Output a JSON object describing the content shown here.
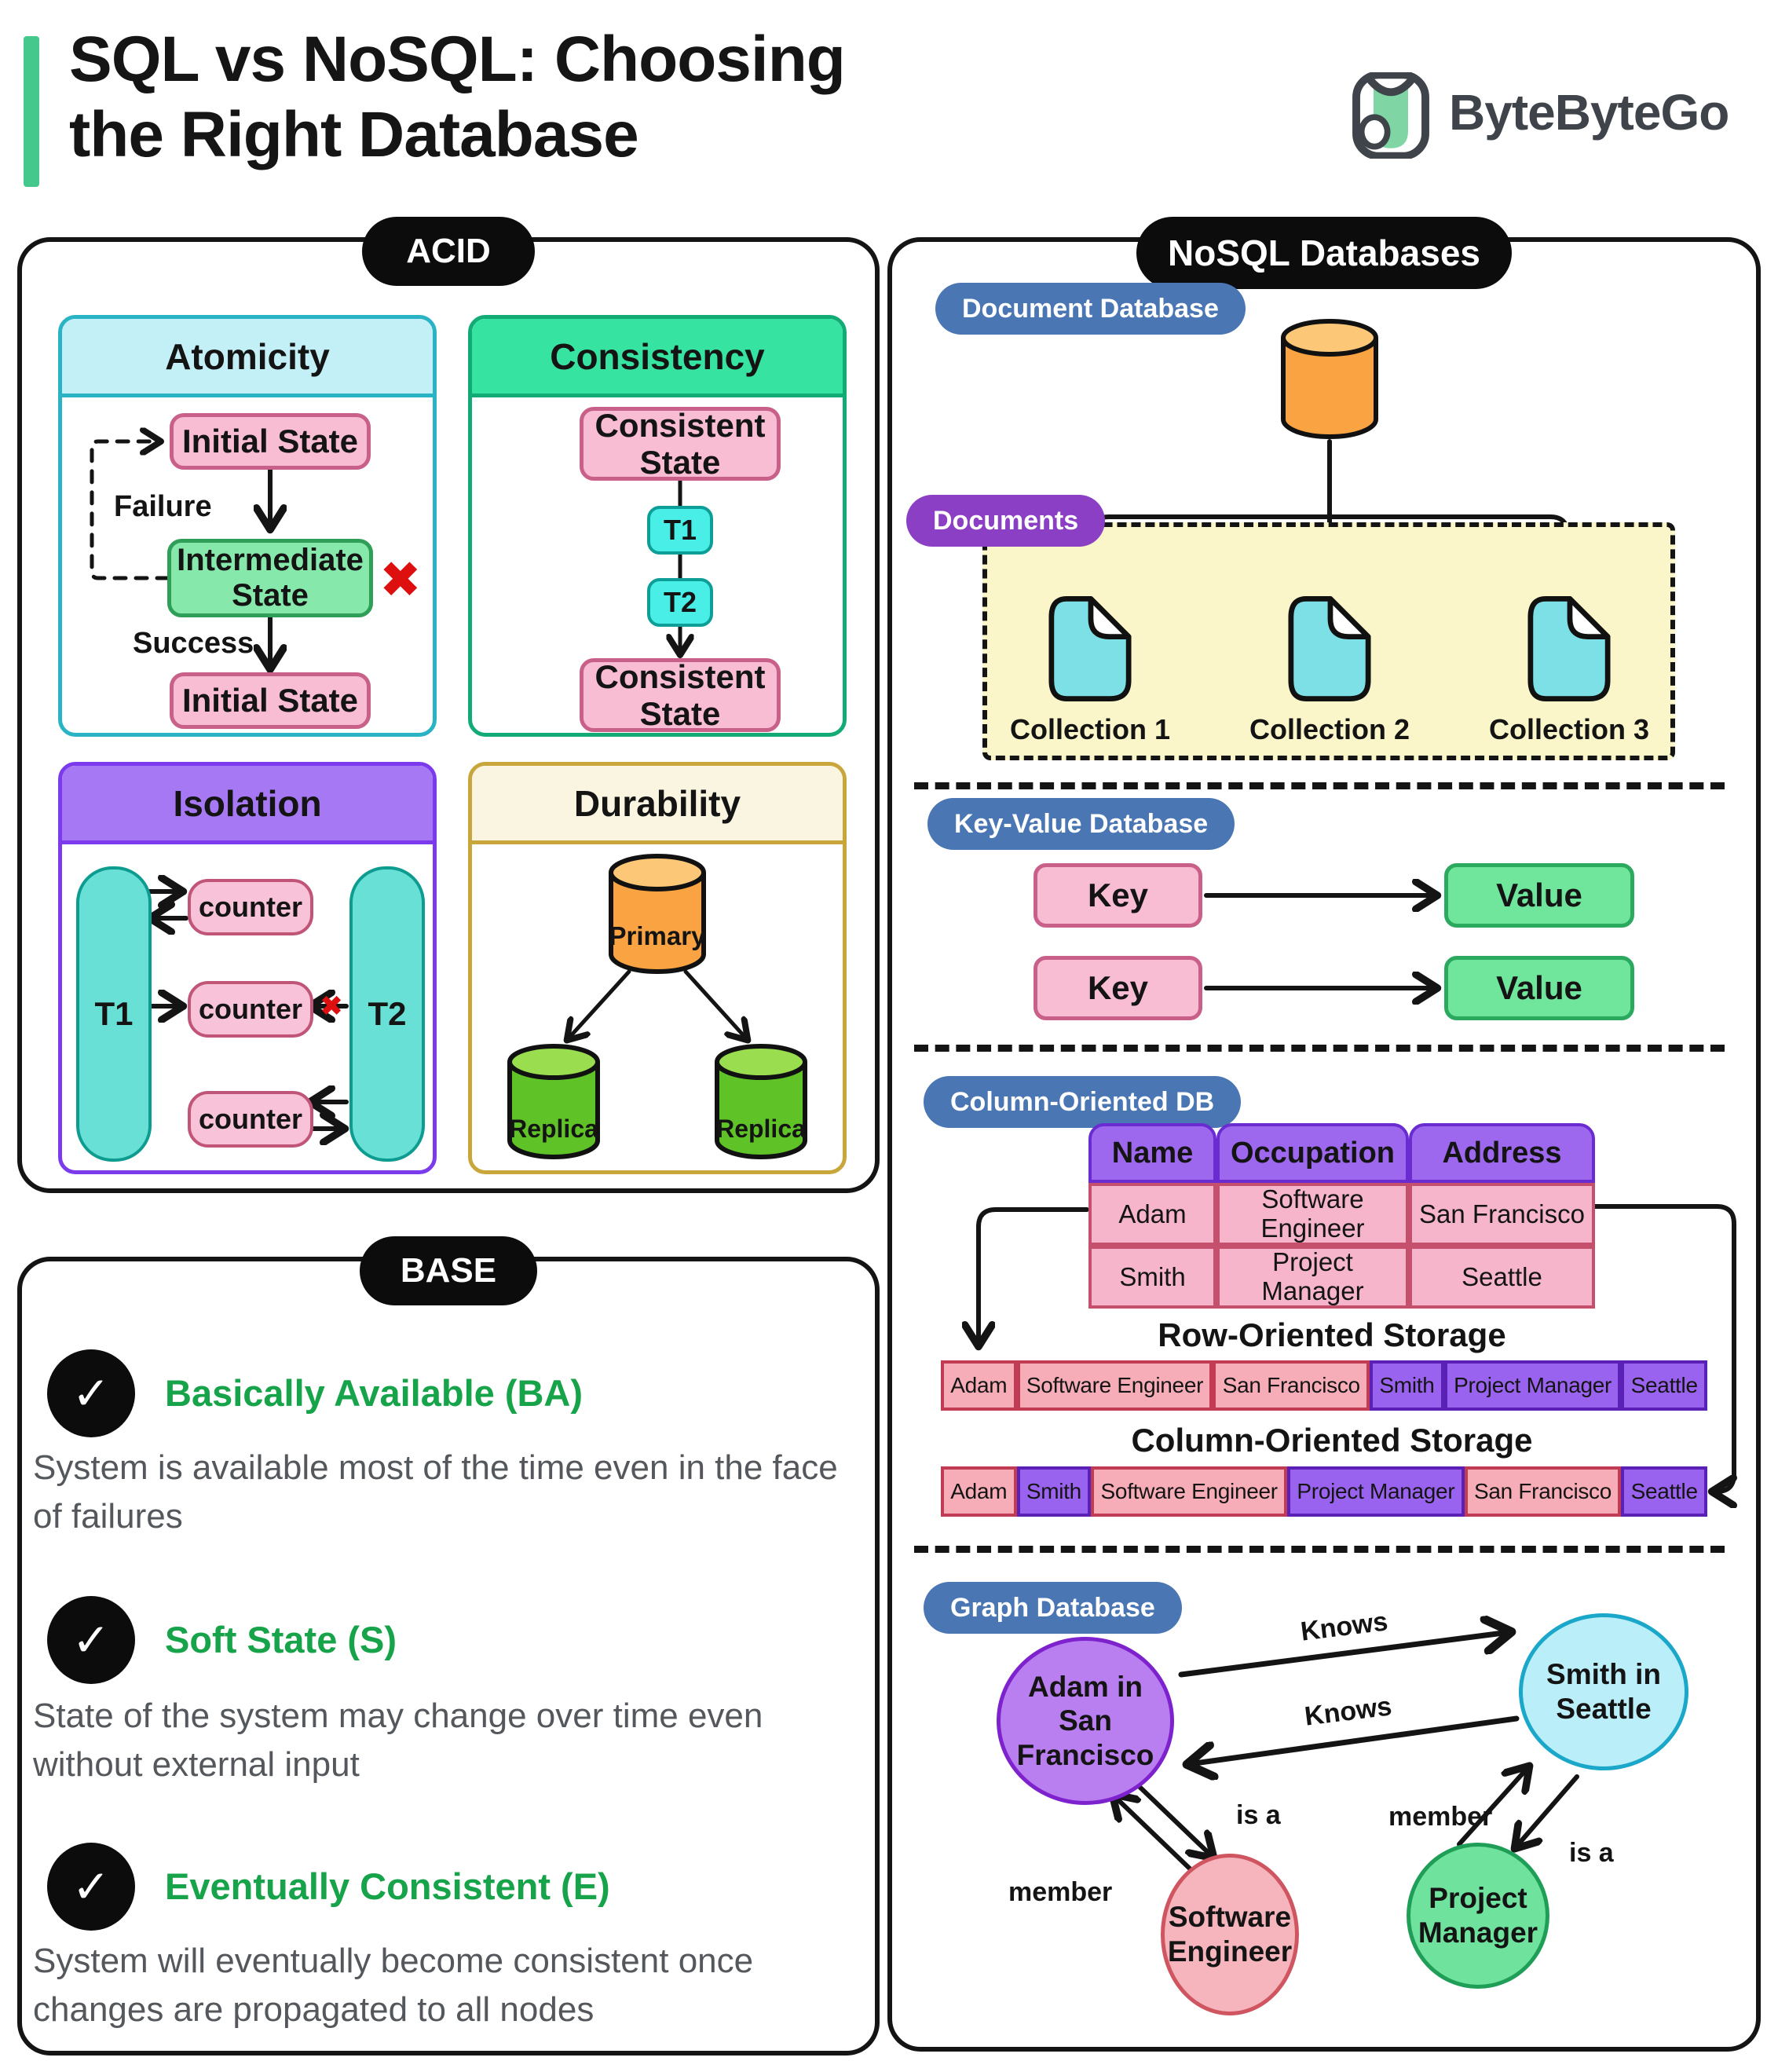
{
  "header": {
    "title": "SQL vs NoSQL: Choosing the Right Database",
    "brand": "ByteByteGo"
  },
  "acid": {
    "pill": "ACID",
    "atomicity": {
      "title": "Atomicity",
      "initial_top": "Initial State",
      "failure": "Failure",
      "intermediate": "Intermediate State",
      "fail_mark": "✖",
      "success": "Success",
      "initial_bottom": "Initial State"
    },
    "consistency": {
      "title": "Consistency",
      "state_top": "Consistent State",
      "t1": "T1",
      "t2": "T2",
      "state_bottom": "Consistent State"
    },
    "isolation": {
      "title": "Isolation",
      "t1": "T1",
      "t2": "T2",
      "counters": [
        "counter",
        "counter",
        "counter"
      ],
      "block_mark": "✖"
    },
    "durability": {
      "title": "Durability",
      "primary": "Primary",
      "replicas": [
        "Replica",
        "Replica"
      ]
    }
  },
  "base": {
    "pill": "BASE",
    "check": "✓",
    "items": [
      {
        "heading": "Basically Available (BA)",
        "body": "System is available most of the time even in the face of failures"
      },
      {
        "heading": "Soft State (S)",
        "body": "State of the system may change over time even without external input"
      },
      {
        "heading": "Eventually Consistent (E)",
        "body": "System will eventually become consistent once changes are propagated to all nodes"
      }
    ]
  },
  "nosql": {
    "pill": "NoSQL Databases",
    "document_db": {
      "badge": "Document Database",
      "documents_badge": "Documents",
      "collections": [
        "Collection 1",
        "Collection 2",
        "Collection 3"
      ]
    },
    "key_value": {
      "badge": "Key-Value Database",
      "pairs": [
        {
          "key": "Key",
          "value": "Value"
        },
        {
          "key": "Key",
          "value": "Value"
        }
      ]
    },
    "column_db": {
      "badge": "Column-Oriented DB",
      "table": {
        "headers": [
          "Name",
          "Occupation",
          "Address"
        ],
        "rows": [
          [
            "Adam",
            "Software Engineer",
            "San Francisco"
          ],
          [
            "Smith",
            "Project Manager",
            "Seattle"
          ]
        ]
      },
      "row_storage_title": "Row-Oriented Storage",
      "row_storage": [
        "Adam",
        "Software Engineer",
        "San Francisco",
        "Smith",
        "Project Manager",
        "Seattle"
      ],
      "column_storage_title": "Column-Oriented Storage",
      "column_storage": [
        "Adam",
        "Smith",
        "Software Engineer",
        "Project Manager",
        "San Francisco",
        "Seattle"
      ]
    },
    "graph_db": {
      "badge": "Graph Database",
      "nodes": {
        "adam": "Adam in San Francisco",
        "smith": "Smith in Seattle",
        "software_engineer": "Software Engineer",
        "project_manager": "Project Manager"
      },
      "edges": {
        "knows_top": "Knows",
        "knows_bottom": "Knows",
        "is_a_left": "is a",
        "member_left": "member",
        "member_right": "member",
        "is_a_right": "is a"
      }
    }
  },
  "colors": {
    "accent_green": "#45c88c",
    "ink_black": "#141414",
    "badge_blue": "#4a76b4",
    "badge_purple": "#8a3fc4",
    "pink_state": "#f8bcd3",
    "green_state": "#86e9ab",
    "cyan_header": "#c3f0f6",
    "green_header": "#37e3a1",
    "purple_header": "#a678f3",
    "cream_header": "#faf5e0",
    "orange_cylinder": "#f9a343",
    "replica_green": "#5fc327",
    "yellow_box": "#fbf6c9",
    "doc_icon_cyan": "#7de0e6",
    "value_green": "#70e59c",
    "base_heading_green": "#17a34a",
    "error_red": "#dd0f0f"
  }
}
